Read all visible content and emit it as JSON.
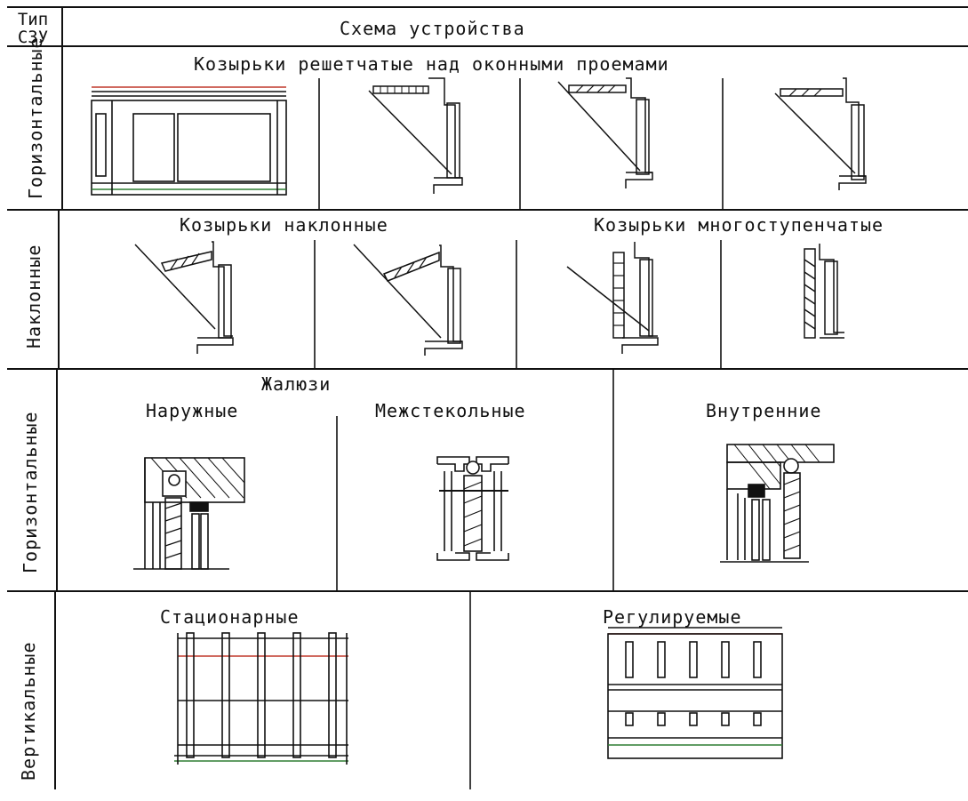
{
  "header": {
    "type_line1": "Тип",
    "type_line2": "СЗУ",
    "scheme": "Схема устройства"
  },
  "rows": [
    {
      "type": "Горизонтальные",
      "title": "Козырьки решетчатые над оконными проемами"
    },
    {
      "type": "Наклонные",
      "title_left": "Козырьки наклонные",
      "title_right": "Козырьки многоступенчатые"
    },
    {
      "type": "Горизонтальные",
      "title": "Жалюзи",
      "sub": [
        "Наружные",
        "Межстекольные",
        "Внутренние"
      ]
    },
    {
      "type": "Вертикальные",
      "sub": [
        "Стационарные",
        "Регулируемые"
      ]
    }
  ],
  "colors": {
    "ink": "#111111",
    "accent_red": "#c0392b",
    "accent_green": "#2e7d32"
  }
}
